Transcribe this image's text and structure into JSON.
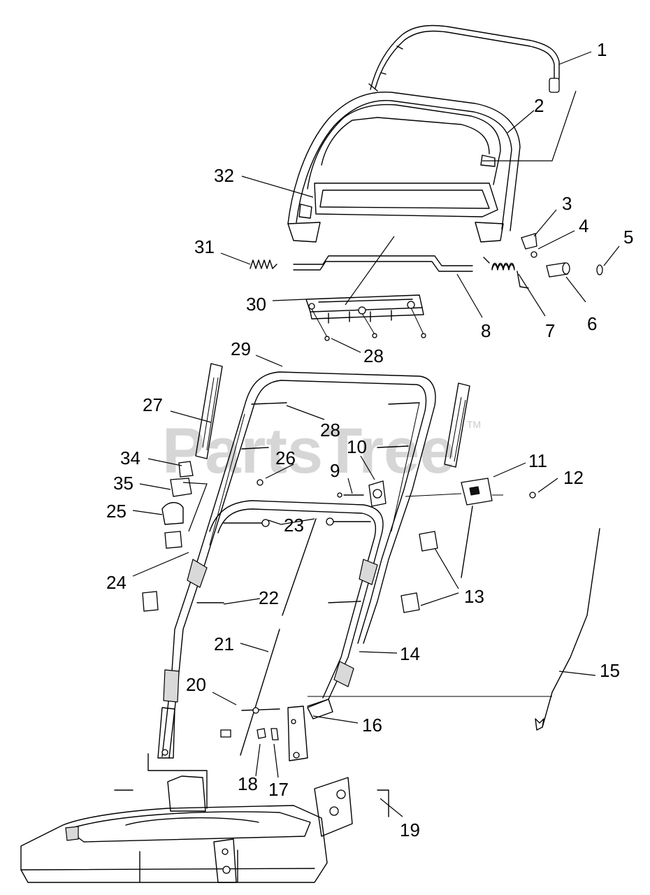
{
  "watermark": {
    "text": "PartsTree",
    "trademark": "TM"
  },
  "callouts": [
    {
      "num": "1"
    },
    {
      "num": "2"
    },
    {
      "num": "3"
    },
    {
      "num": "4"
    },
    {
      "num": "5"
    },
    {
      "num": "6"
    },
    {
      "num": "7"
    },
    {
      "num": "8"
    },
    {
      "num": "28"
    },
    {
      "num": "30"
    },
    {
      "num": "31"
    },
    {
      "num": "32"
    },
    {
      "num": "29"
    },
    {
      "num": "27"
    },
    {
      "num": "28"
    },
    {
      "num": "10"
    },
    {
      "num": "34"
    },
    {
      "num": "26"
    },
    {
      "num": "9"
    },
    {
      "num": "11"
    },
    {
      "num": "12"
    },
    {
      "num": "35"
    },
    {
      "num": "25"
    },
    {
      "num": "23"
    },
    {
      "num": "24"
    },
    {
      "num": "22"
    },
    {
      "num": "13"
    },
    {
      "num": "14"
    },
    {
      "num": "21"
    },
    {
      "num": "15"
    },
    {
      "num": "20"
    },
    {
      "num": "16"
    },
    {
      "num": "18"
    },
    {
      "num": "17"
    },
    {
      "num": "19"
    }
  ]
}
